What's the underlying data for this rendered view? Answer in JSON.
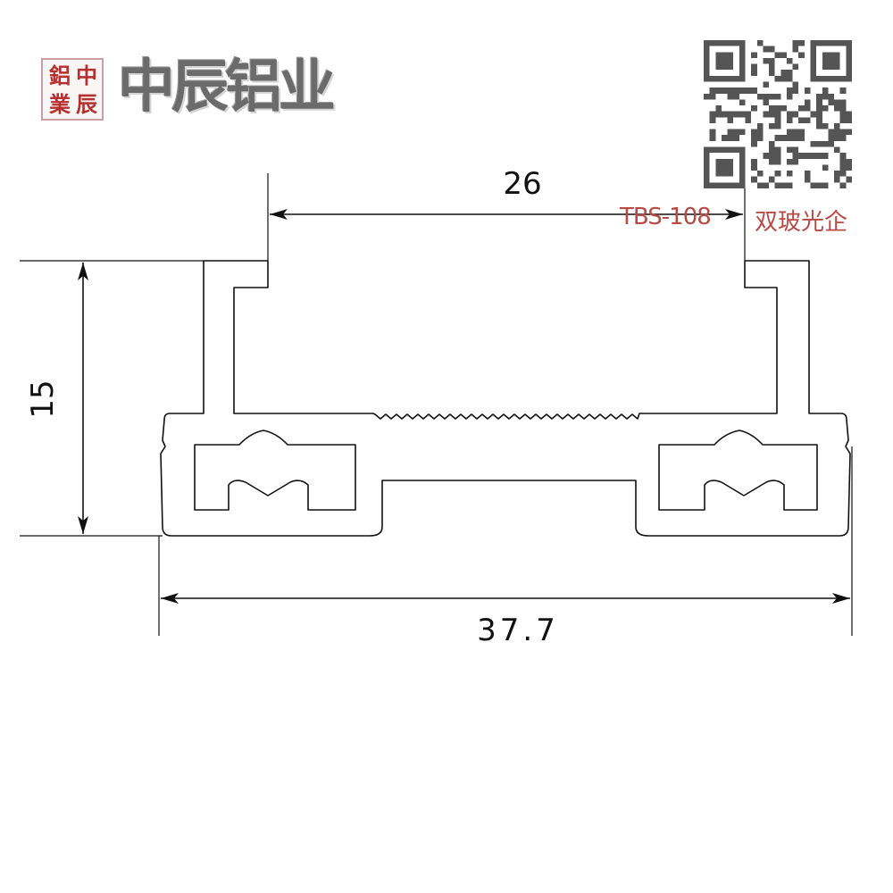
{
  "brand": {
    "seal_chars": [
      "中",
      "辰",
      "鋁",
      "業"
    ],
    "company_name": "中辰铝业"
  },
  "product": {
    "model_code": "TBS-108",
    "model_name": "双玻光企"
  },
  "dimensions": {
    "top_width": "26",
    "height": "15",
    "overall_width": "37.7"
  },
  "colors": {
    "outline": "#111111",
    "label_red": "#b84a45",
    "seal_red": "#b73030",
    "brand_gray": "#6b6b6b"
  },
  "icons": {
    "qr": "qr-code-icon"
  }
}
